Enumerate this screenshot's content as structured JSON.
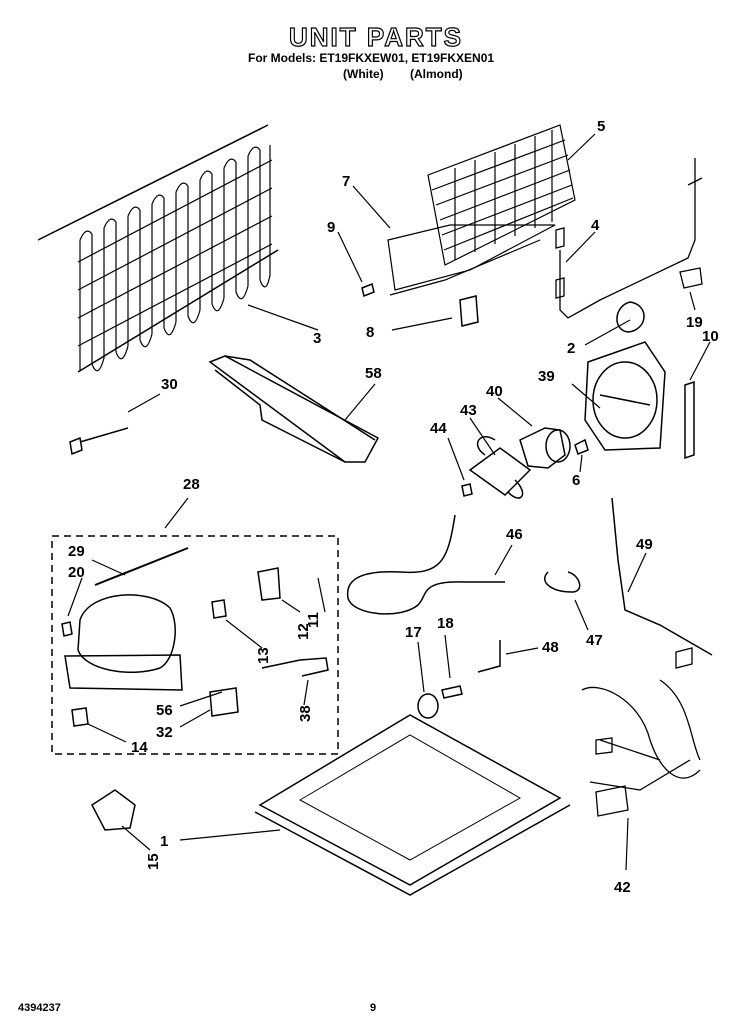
{
  "header": {
    "title": "UNIT PARTS",
    "models_line": "For Models: ET19FKXEW01, ET19FKXEN01",
    "color_white": "(White)",
    "color_almond": "(Almond)"
  },
  "footer": {
    "doc_number": "4394237",
    "page_number": "9"
  },
  "callouts": [
    "3",
    "5",
    "7",
    "9",
    "4",
    "8",
    "19",
    "2",
    "10",
    "30",
    "58",
    "39",
    "40",
    "43",
    "44",
    "6",
    "28",
    "29",
    "20",
    "46",
    "49",
    "11",
    "12",
    "13",
    "17",
    "18",
    "48",
    "47",
    "56",
    "38",
    "32",
    "14",
    "1",
    "15",
    "42"
  ]
}
